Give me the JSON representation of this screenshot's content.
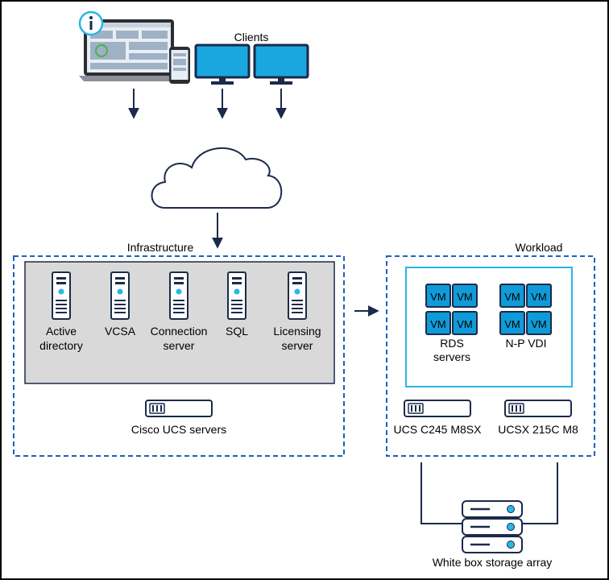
{
  "labels": {
    "clients": "Clients",
    "infrastructure": "Infrastructure",
    "workload": "Workload",
    "cisco_ucs_servers": "Cisco UCS servers",
    "ucs_c245": "UCS C245 M8SX",
    "ucsx_215c": "UCSX 215C M8",
    "storage": "White box storage array"
  },
  "infra_servers": [
    {
      "line1": "Active",
      "line2": "directory"
    },
    {
      "line1": "VCSA",
      "line2": ""
    },
    {
      "line1": "Connection",
      "line2": "server"
    },
    {
      "line1": "SQL",
      "line2": ""
    },
    {
      "line1": "Licensing",
      "line2": "server"
    }
  ],
  "workload_groups": [
    {
      "line1": "RDS",
      "line2": "servers",
      "vm": [
        "VM",
        "VM",
        "VM",
        "VM"
      ]
    },
    {
      "line1": "N-P VDI",
      "line2": "",
      "vm": [
        "VM",
        "VM",
        "VM",
        "VM"
      ]
    }
  ],
  "colors": {
    "dashed_border": "#1f5fbf",
    "server_panel_fill": "#d9d9d9",
    "vm_fill": "#0f9bd7",
    "accent_cyan": "#29b6e8",
    "navy": "#1b2a4a",
    "monitor_screen": "#1aa7e0"
  }
}
